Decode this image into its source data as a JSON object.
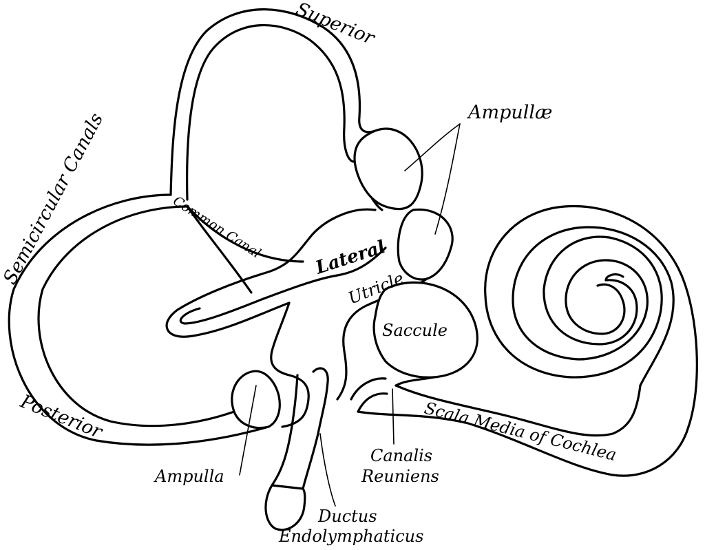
{
  "labels": {
    "superior": "Superior",
    "semicircular_canals": "Semicircular Canals",
    "common_canal": "Common Canal",
    "ampullae": "Ampullæ",
    "lateral": "Lateral",
    "utricle": "Utricle",
    "saccule": "Saccule",
    "posterior": "Posterior",
    "ampulla": "Ampulla",
    "canalis_line1": "Canalis",
    "canalis_line2": "Reuniens",
    "ductus_line1": "Ductus",
    "ductus_line2": "Endolymphaticus",
    "scala_media": "Scala Media of Cochlea"
  }
}
